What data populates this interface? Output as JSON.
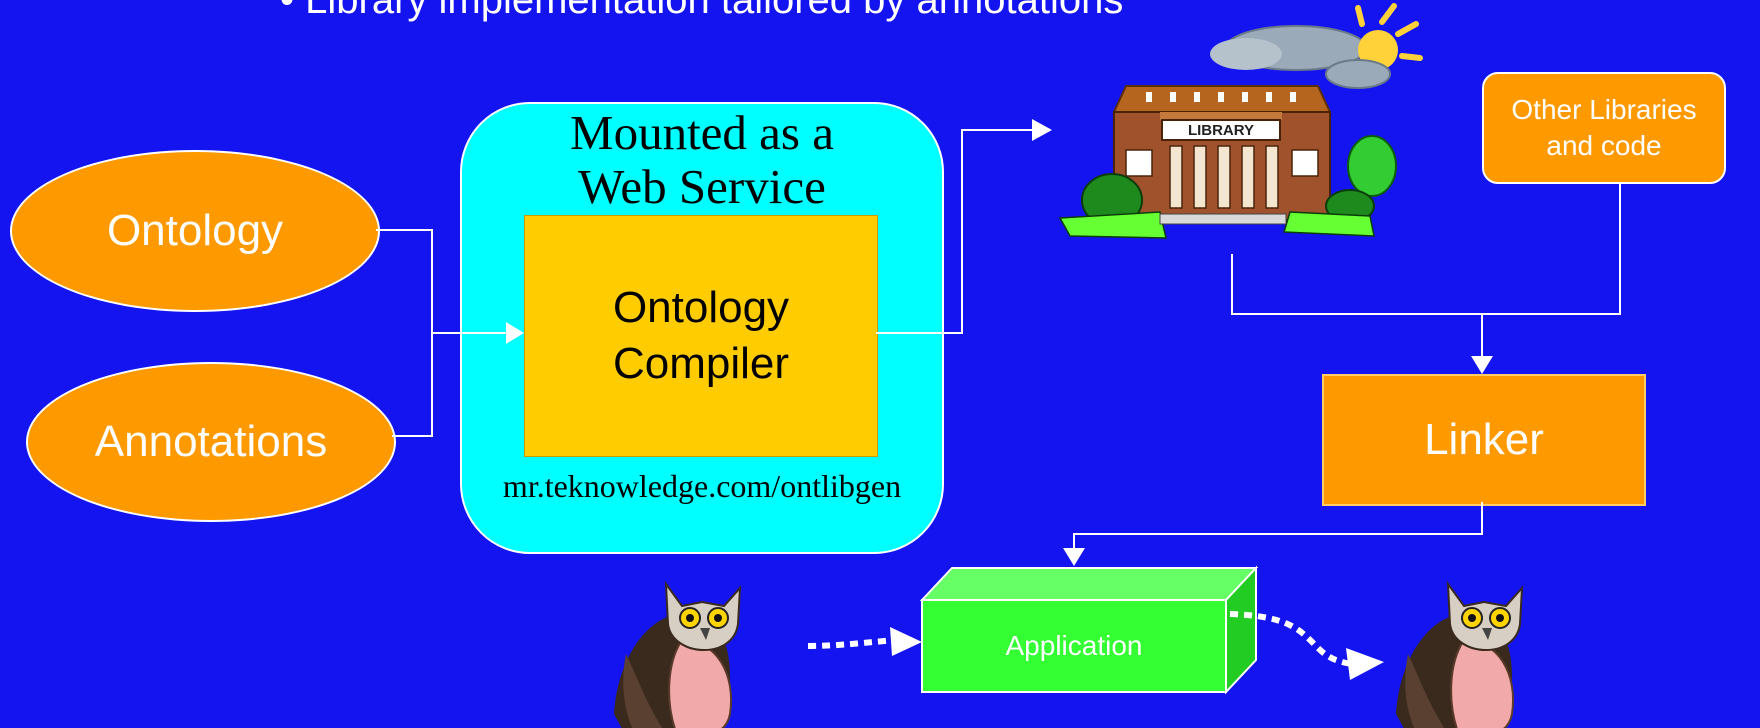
{
  "slide": {
    "bullet": "• Library implementation tailored by annotations"
  },
  "inputs": {
    "ontology": "Ontology",
    "annotations": "Annotations"
  },
  "web_service": {
    "title_line1": "Mounted as a",
    "title_line2": "Web Service",
    "compiler_line1": "Ontology",
    "compiler_line2": "Compiler",
    "url": "mr.teknowledge.com/ontlibgen"
  },
  "library_image": {
    "sign": "LIBRARY"
  },
  "other_libraries": {
    "line1": "Other Libraries",
    "line2": "and code"
  },
  "linker": "Linker",
  "application": "Application",
  "colors": {
    "background": "#1414f0",
    "orange": "#ff9900",
    "cyan": "#00ffff",
    "yellow": "#ffcc00",
    "green": "#33ff33",
    "lines": "#ffffff"
  },
  "icons": [
    "library-building-icon",
    "owl-icon"
  ]
}
